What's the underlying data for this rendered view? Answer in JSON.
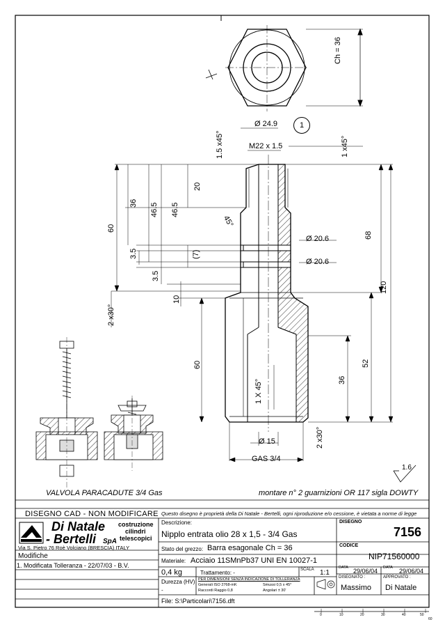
{
  "drawing": {
    "hex_ch": "Ch =  36",
    "dia_24_9": "Ø 24.9",
    "balloon": "1",
    "thread": "M22 x 1.5",
    "chamfer_top_left": "1.5 x45°",
    "chamfer_top_right": "1 x45°",
    "dim_20": "20",
    "dim_36": "36",
    "dim_46_5_a": "46.5",
    "dim_46_5_b": "46.5",
    "dim_60_left": "60",
    "dim_7": "(7)",
    "dim_3_5_a": "3.5",
    "dim_3_5_b": "3.5",
    "dim_10": "10",
    "angle_45": "45°",
    "dia_20_6_a": "Ø  20.6",
    "dia_20_6_b": "Ø  20.6",
    "dim_68": "68",
    "dim_120": "120",
    "chamfer_2x30_left": "2 x30°",
    "dim_60_inner": "60",
    "chamfer_1x45": "1 X 45°",
    "dim_52": "52",
    "dim_36_bottom": "36",
    "chamfer_2x30_right": "2 x30°",
    "dia_15": "Ø  15",
    "gas": "GAS 3/4",
    "roughness": "1.6",
    "valve_caption": "VALVOLA PARACADUTE 3/4 Gas",
    "note_caption": "montare n° 2 guarnizioni OR 117 sigla DOWTY"
  },
  "title_block": {
    "cad_label": "DISEGNO CAD - NON MODIFICARE",
    "property_notice": "Questo disegno è proprietà della Di Natale - Bertelli, ogni riproduzione e/o cessione, è vietata a norme di legge",
    "company_line1": "Di Natale",
    "company_line2": "- Bertelli",
    "company_spa": "SpA",
    "company_desc1": "costruzione",
    "company_desc2": "cilindri",
    "company_desc3": "telescopici",
    "address": "Via S. Pietro 76   Roè Volciano  (BRESCIA)  ITALY",
    "modifiche_label": "Modifiche",
    "modifica_1": "1. Modificata Tolleranza - 22/07/03 - B.V.",
    "desc_label": "Descrizione:",
    "desc_value": "Nipplo entrata olio 28 x 1,5 - 3/4 Gas",
    "stato_label": "Stato del grezzo:",
    "stato_value": "Barra esagonale Ch = 36",
    "materiale_label": "Materiale:",
    "materiale_value": "Acciaio 11SMnPb37  UNI EN 10027-1",
    "peso": "0,4 kg",
    "trattamento": "Trattamento: -",
    "scala_label": "SCALA",
    "scala_value": "1:1",
    "durezza_label": "Durezza (HV)",
    "durezza_value": "-",
    "toll_title": "PER DIMENSIONI SENZA INDICAZIONE DI TOLLERANZA",
    "toll_gen": "Generali  ISO 2768-mK",
    "toll_smussi": "Smussi 0,5 x 45°",
    "toll_racc": "Raccordi Raggio 0,8",
    "toll_ang": "Angolari ± 30'",
    "file": "File: S:\\Particolari\\7156.dft",
    "disegno_label": "DISEGNO",
    "disegno_value": "7156",
    "codice_label": "CODICE",
    "codice_value": "NIP71560000",
    "data_label_1": "DATA",
    "data_value_1": "29/06/04",
    "data_label_2": "DATA",
    "data_value_2": "29/06/04",
    "disegnato_label": "DISEGNATO :",
    "disegnato_value": "Massimo",
    "approvato_label": "APPROVATO :",
    "approvato_value": "Di Natale",
    "ruler": [
      "0",
      "10",
      "20",
      "30",
      "40",
      "50",
      "60"
    ]
  }
}
